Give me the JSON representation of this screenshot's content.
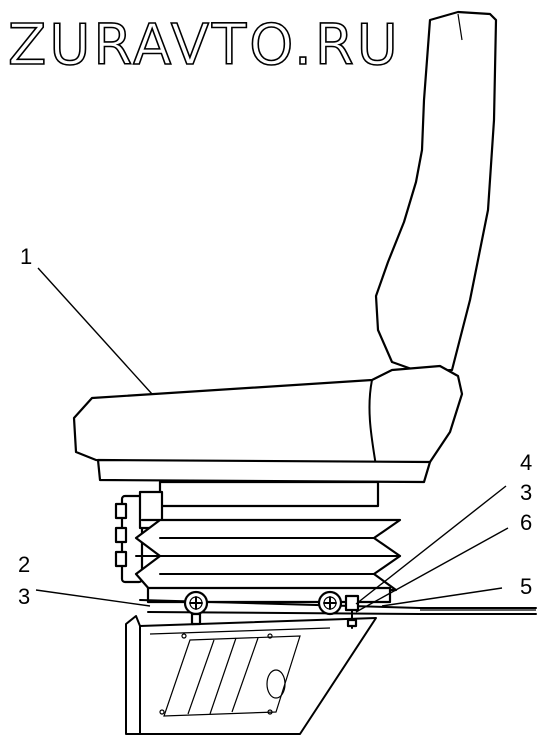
{
  "watermark": {
    "text": "ZURAVTO.RU"
  },
  "callouts": {
    "c1": "1",
    "c2": "2",
    "c3_left": "3",
    "c4": "4",
    "c3_right": "3",
    "c6": "6",
    "c5": "5"
  }
}
